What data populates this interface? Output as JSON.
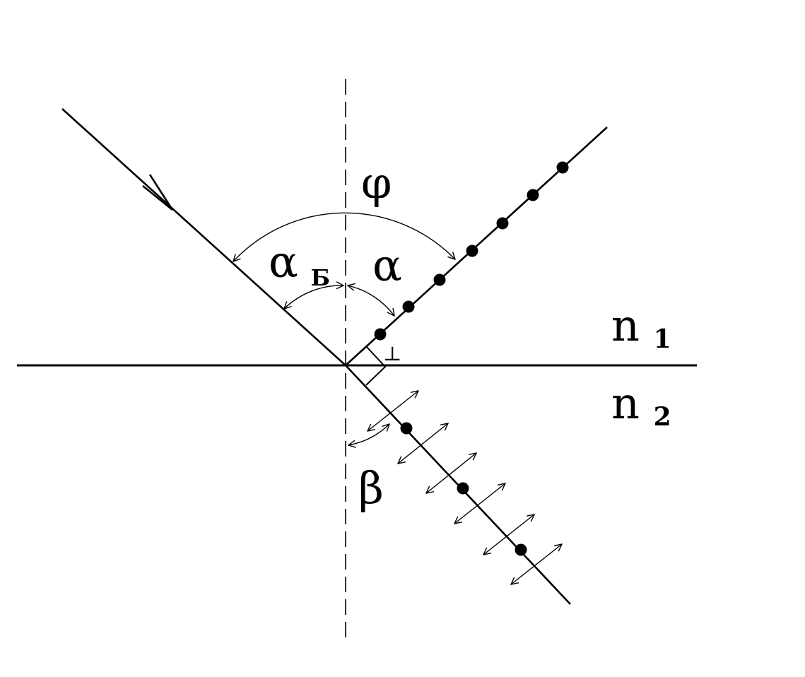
{
  "labels": {
    "phi": "φ",
    "alpha_brewster": "α",
    "brewster_subscript": "Б",
    "alpha": "α",
    "beta": "β",
    "n1_base": "n",
    "n1_sub": "1",
    "n2_base": "n",
    "n2_sub": "2",
    "perp": "⊥"
  },
  "colors": {
    "ink": "#000000",
    "background": "#ffffff"
  }
}
